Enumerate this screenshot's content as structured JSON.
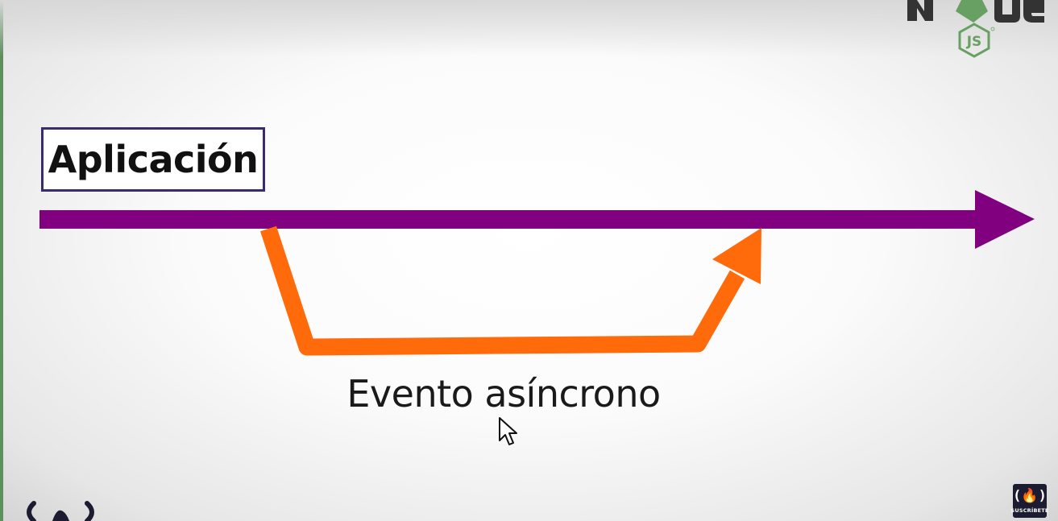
{
  "diagram": {
    "application_label": "Aplicación",
    "async_event_label": "Evento asíncrono"
  },
  "branding": {
    "subscribe_label": "SUSCRÍBETE"
  },
  "colors": {
    "main_arrow": "#800080",
    "async_arrow": "#ff6a0a",
    "app_box_border": "#3b2a6e",
    "node_green": "#689f63",
    "node_dark": "#333333",
    "fcc_badge": "#1b1b32"
  },
  "icons": {
    "node_logo": "nodejs-logo-icon",
    "cursor": "mouse-pointer-icon",
    "fcc_logo": "freecodecamp-logo-icon"
  }
}
